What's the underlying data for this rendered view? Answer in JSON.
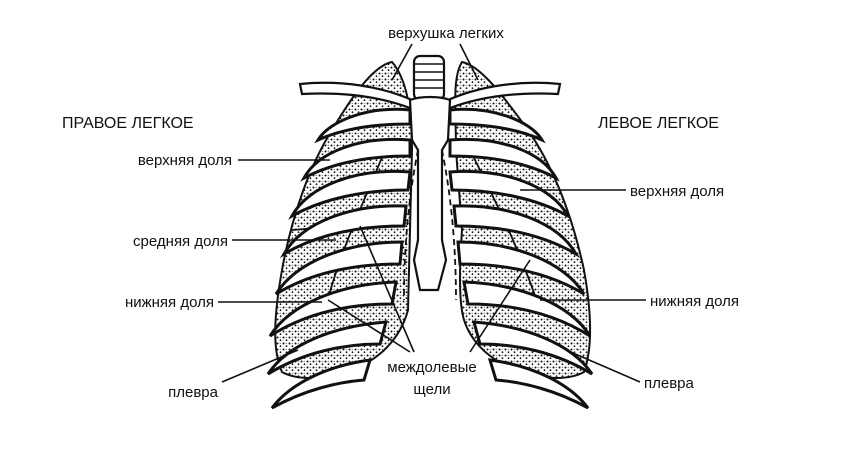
{
  "labels": {
    "apex": "верхушка легких",
    "right_lung": "ПРАВОЕ ЛЕГКОЕ",
    "left_lung": "ЛЕВОЕ ЛЕГКОЕ",
    "right_upper_lobe": "верхняя доля",
    "right_middle_lobe": "средняя доля",
    "right_lower_lobe": "нижняя доля",
    "right_pleura": "плевра",
    "left_upper_lobe": "верхняя доля",
    "left_lower_lobe": "нижняя доля",
    "left_pleura": "плевра",
    "fissures_line1": "междолевые",
    "fissures_line2": "щели"
  },
  "colors": {
    "ink": "#111111",
    "background": "#ffffff"
  }
}
